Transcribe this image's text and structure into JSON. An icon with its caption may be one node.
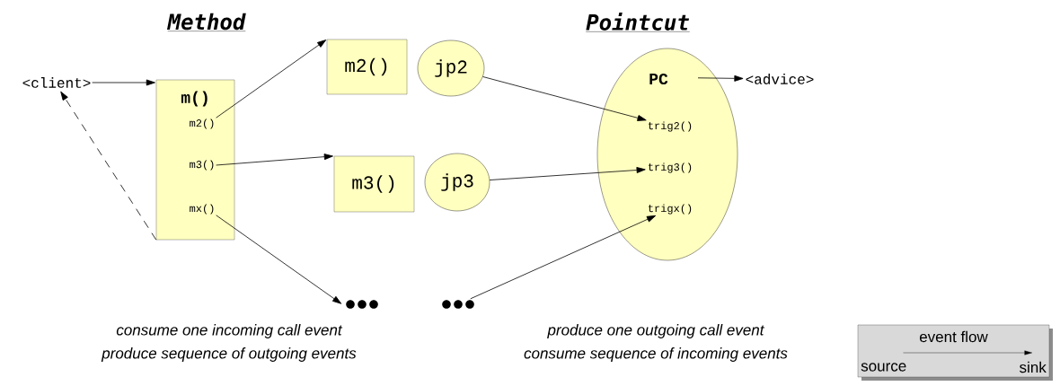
{
  "diagram": {
    "nodes": [
      {
        "text": [
          "<client>"
        ]
      },
      {
        "text": [
          "m()"
        ]
      },
      {
        "text": [
          "m2()"
        ],
        "in": 1
      },
      {
        "text": [
          "m3()"
        ],
        "in": 1
      },
      {
        "text": [
          "mx()"
        ],
        "in": 1
      },
      {
        "text": [
          "m2()"
        ]
      },
      {
        "text": [
          "jp2"
        ]
      },
      {
        "text": [
          "m3()"
        ]
      },
      {
        "text": [
          "jp3"
        ]
      },
      {
        "text": [],
        "shape": "dots"
      },
      {
        "text": [],
        "shape": "dots"
      },
      {
        "text": [
          "PC"
        ]
      },
      {
        "text": [
          "trig2()"
        ],
        "in": 11
      },
      {
        "text": [
          "trig3()"
        ],
        "in": 11
      },
      {
        "text": [
          "trigx()"
        ],
        "in": 11
      },
      {
        "text": [
          "<advice>"
        ]
      },
      {
        "text": [
          "event flow",
          "source",
          "sink"
        ]
      }
    ],
    "edges": [
      {
        "from": 0,
        "to": 1,
        "arrow": "to"
      },
      {
        "from": 1,
        "to": 0,
        "arrow": "to",
        "style": "dashed"
      },
      {
        "from": 2,
        "to": 5,
        "arrow": "to"
      },
      {
        "from": 3,
        "to": 7,
        "arrow": "to"
      },
      {
        "from": 4,
        "to": 9,
        "arrow": "to"
      },
      {
        "from": 6,
        "to": 12,
        "arrow": "to"
      },
      {
        "from": 8,
        "to": 13,
        "arrow": "to"
      },
      {
        "from": 10,
        "to": 14,
        "arrow": "to"
      },
      {
        "from": 11,
        "to": 15,
        "arrow": "to"
      }
    ],
    "labels": [
      "Method",
      "Pointcut",
      "consume one incoming call event",
      "produce sequence of outgoing events",
      "produce one outgoing call event",
      "consume sequence of incoming events"
    ]
  }
}
